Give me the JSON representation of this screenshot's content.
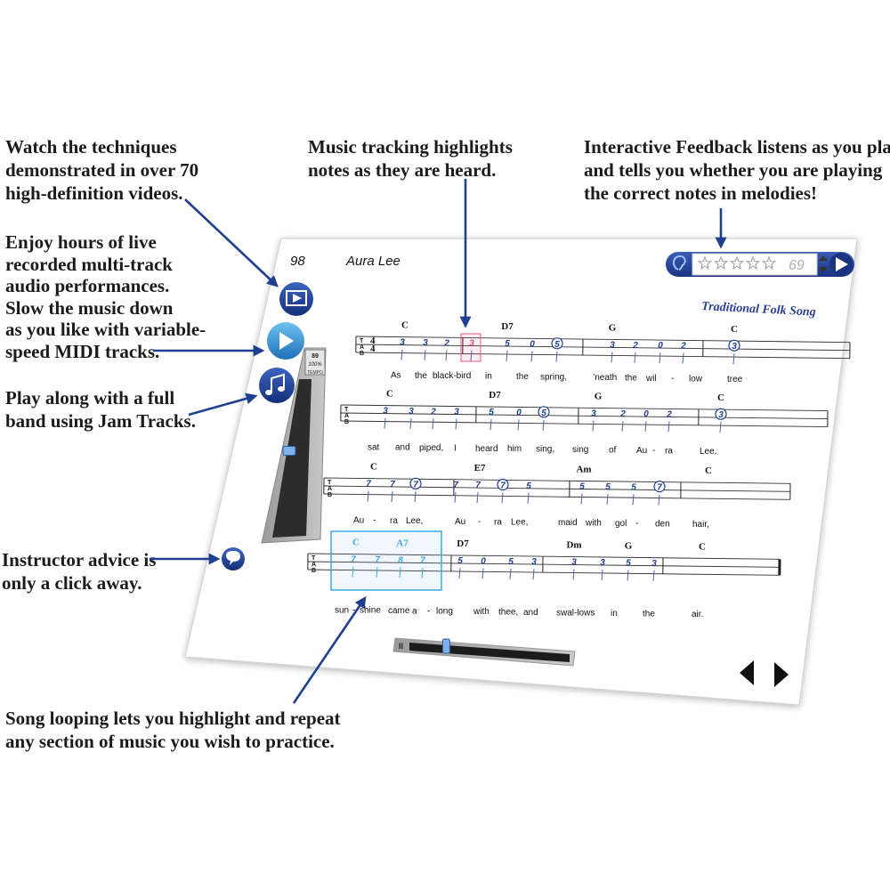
{
  "callouts": {
    "videos": [
      "Watch the techniques",
      "demonstrated in over 70",
      "high-definition videos."
    ],
    "audio": [
      "Enjoy hours of live",
      "recorded multi-track",
      "audio performances.",
      "Slow the music down",
      "as you like with variable-",
      "speed MIDI tracks."
    ],
    "jam": [
      "Play along with a full",
      "band using Jam Tracks."
    ],
    "instructor": [
      "Instructor advice is",
      "only a click away."
    ],
    "tracking": [
      "Music tracking highlights",
      "notes as they are heard."
    ],
    "feedback": [
      "Interactive Feedback listens as you play",
      "and tells you whether you are playing",
      "the correct notes in melodies!"
    ],
    "looping": [
      "Song looping lets you highlight and repeat",
      "any section of music you wish to practice."
    ]
  },
  "app": {
    "page_number": "98",
    "song_title": "Aura Lee",
    "subtitle": "Traditional Folk Song",
    "score_value": "69",
    "stars_total": 5,
    "stars_filled": 0,
    "tempo_value": "89",
    "tempo_percent": "100%",
    "tempo_label": "TEMPO",
    "tempo_level": 0.55,
    "playback_position": 0.23,
    "pause_glyph": "II",
    "icons": [
      "video-icon",
      "play-icon",
      "music-note-icon",
      "speech-bubble-icon",
      "ear-icon",
      "star-icon",
      "prev-arrow-icon",
      "next-arrow-icon",
      "spinner-arrows-icon",
      "forward-icon"
    ],
    "accent_color": "#1f3f8f",
    "loop_color": "#3fa9e0",
    "highlight_color": "#e8528a"
  },
  "tab_clef": [
    "T",
    "A",
    "B"
  ],
  "time_signature": [
    "4",
    "4"
  ],
  "systems": [
    {
      "chords": [
        "C",
        "D7",
        "G",
        "C"
      ],
      "notes": [
        "3",
        "3",
        "2",
        "3",
        "5",
        "0",
        "5",
        "3",
        "2",
        "0",
        "2",
        "3"
      ],
      "lyrics": [
        "As",
        "the",
        "black-bird",
        "in",
        "the",
        "spring,",
        "’neath",
        "the",
        "wil",
        "-",
        "low",
        "tree"
      ]
    },
    {
      "chords": [
        "C",
        "D7",
        "G",
        "C"
      ],
      "notes": [
        "3",
        "3",
        "2",
        "3",
        "5",
        "0",
        "5",
        "3",
        "2",
        "0",
        "2",
        "3"
      ],
      "lyrics": [
        "sat",
        "and",
        "piped,",
        "I",
        "heard",
        "him",
        "sing,",
        "sing",
        "of",
        "Au",
        "-",
        "ra",
        "Lee."
      ]
    },
    {
      "chords": [
        "C",
        "E7",
        "Am",
        "C"
      ],
      "notes": [
        "7",
        "7",
        "7",
        "7",
        "7",
        "7",
        "5",
        "5",
        "5",
        "5",
        "7"
      ],
      "lyrics": [
        "Au",
        "-",
        "ra",
        "Lee,",
        "Au",
        "-",
        "ra",
        "Lee,",
        "maid",
        "with",
        "gol",
        "-",
        "den",
        "hair,"
      ]
    },
    {
      "chords": [
        "C",
        "A7",
        "D7",
        "Dm",
        "G",
        "C"
      ],
      "notes": [
        "7",
        "7",
        "8",
        "7",
        "5",
        "0",
        "5",
        "3",
        "3",
        "3",
        "5",
        "3"
      ],
      "lyrics": [
        "sun",
        "-",
        "shine",
        "came",
        "a",
        "-",
        "long",
        "with",
        "thee,",
        "and",
        "swal-lows",
        "in",
        "the",
        "air."
      ]
    }
  ]
}
